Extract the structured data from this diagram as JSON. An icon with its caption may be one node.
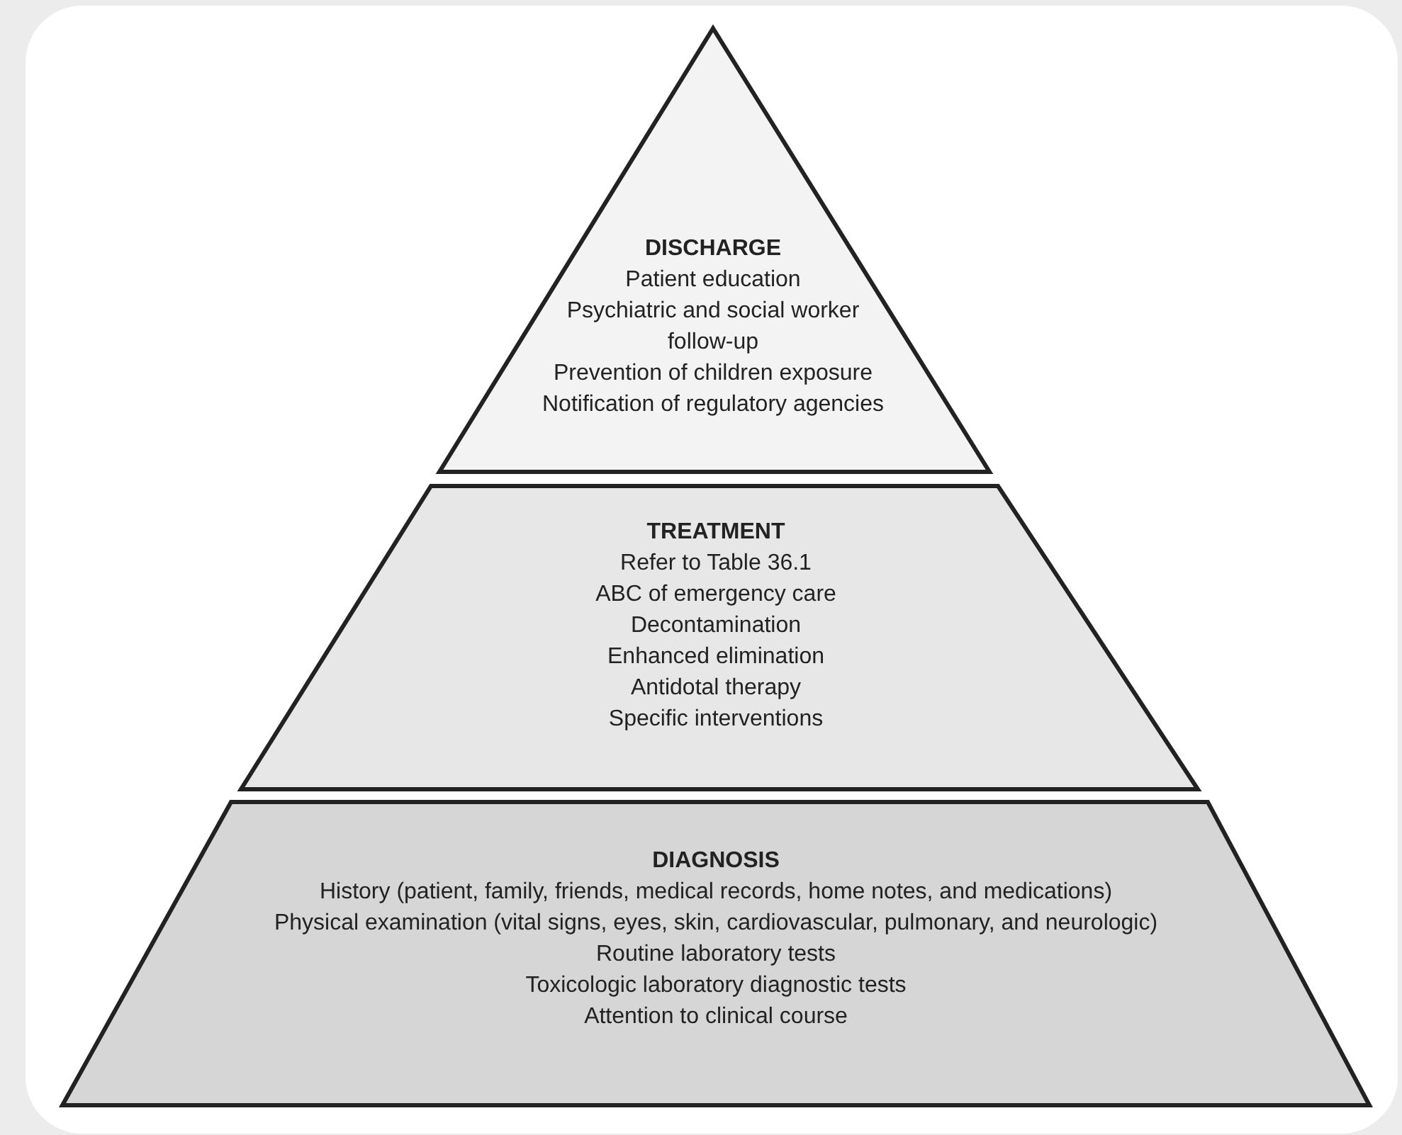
{
  "diagram": {
    "nodes": [
      {
        "text": [
          "DISCHARGE",
          "Patient education",
          "Psychiatric and social worker follow-up",
          "Prevention of children exposure",
          "Notification of regulatory agencies"
        ]
      },
      {
        "text": [
          "TREATMENT",
          "Refer to Table 36.1",
          "ABC of emergency care",
          "Decontamination",
          "Enhanced elimination",
          "Antidotal therapy",
          "Specific interventions"
        ]
      },
      {
        "text": [
          "DIAGNOSIS",
          "History (patient, family, friends, medical records, home notes, and medications)",
          "Physical examination (vital signs, eyes, skin, cardiovascular, pulmonary, and neurologic)",
          "Routine laboratory tests",
          "Toxicologic laboratory diagnostic tests",
          "Attention to clinical course"
        ]
      }
    ],
    "edges": []
  }
}
